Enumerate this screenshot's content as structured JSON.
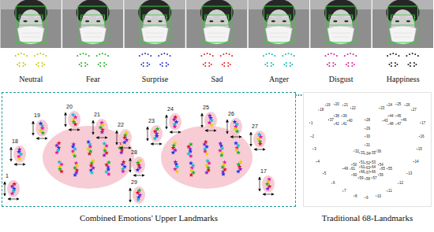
{
  "diagram": {
    "nodes": [
      {
        "text": [
          "Combined Emotions' Upper Landmarks"
        ]
      },
      {
        "text": [
          "Traditional 68-Landmarks"
        ]
      }
    ],
    "edges": [
      {
        "from": 0,
        "to": 1,
        "arrow": "none"
      }
    ],
    "labels": [
      "Neutral",
      "Fear",
      "Surprise",
      "Sad",
      "Anger",
      "Disgust",
      "Happiness",
      "1",
      "18",
      "19",
      "20",
      "21",
      "22",
      "23",
      "24",
      "25",
      "26",
      "27",
      "17",
      "28",
      "29",
      "1",
      "2",
      "3",
      "4",
      "5",
      "6",
      "7",
      "8",
      "9",
      "10",
      "11",
      "12",
      "13",
      "14",
      "15",
      "16",
      "17",
      "18",
      "19",
      "20",
      "21",
      "22",
      "23",
      "24",
      "25",
      "26",
      "27",
      "28",
      "29",
      "30",
      "31",
      "32",
      "33",
      "34",
      "35",
      "36",
      "37",
      "38",
      "39",
      "40",
      "41",
      "42",
      "43",
      "44",
      "45",
      "46",
      "47",
      "48",
      "49",
      "50",
      "51",
      "52",
      "53",
      "54",
      "55",
      "56",
      "57",
      "58",
      "59",
      "60",
      "61",
      "62",
      "63",
      "64",
      "65",
      "66",
      "67",
      "68"
    ]
  }
}
